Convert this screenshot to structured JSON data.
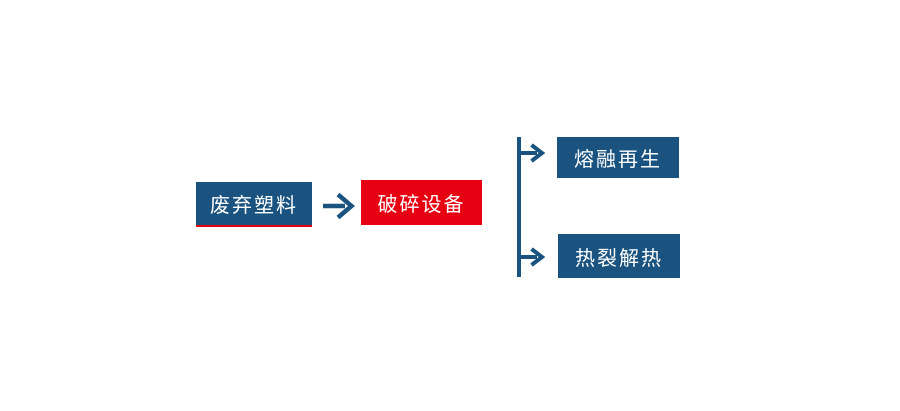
{
  "page": {
    "background": "#ffffff"
  },
  "colors": {
    "page-bg": "#ffffff",
    "node-blue": "#1a537f",
    "node-red": "#e60012",
    "underline-red": "#e60012",
    "text-white": "#ffffff"
  },
  "flowchart": {
    "nodes": [
      {
        "id": "waste-plastic",
        "label": "废弃塑料",
        "color": "blue",
        "underline": true
      },
      {
        "id": "crushing-equipment",
        "label": "破碎设备",
        "color": "red",
        "underline": false
      },
      {
        "id": "melt-regeneration",
        "label": "熔融再生",
        "color": "blue",
        "underline": false
      },
      {
        "id": "pyrolysis-heat",
        "label": "热裂解热",
        "color": "blue",
        "underline": false
      }
    ],
    "connectors": [
      {
        "from": "waste-plastic",
        "to": "crushing-equipment",
        "type": "right-arrow"
      },
      {
        "from": "crushing-equipment",
        "to": "melt-regeneration",
        "type": "branch-arrow"
      },
      {
        "from": "crushing-equipment",
        "to": "pyrolysis-heat",
        "type": "branch-arrow"
      }
    ]
  }
}
